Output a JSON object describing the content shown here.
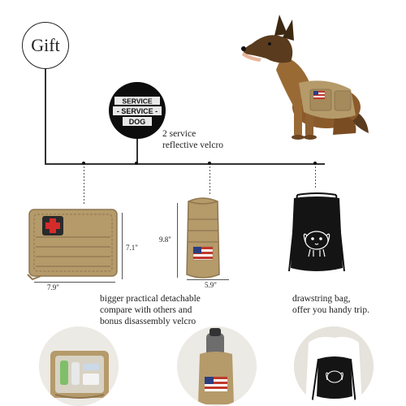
{
  "gift_label": "Gift",
  "patch": {
    "lines": [
      "SERVICE",
      "- SERVICE -",
      "DOG"
    ]
  },
  "captions": {
    "velcro": [
      "2 service",
      "reflective velcro"
    ],
    "pouches": [
      "bigger practical detachable",
      "compare with others and",
      "bonus disassembly velcro"
    ],
    "drawstring": [
      "drawstring bag,",
      "offer you handy trip."
    ]
  },
  "dimensions": {
    "pouch_width": "7.9\"",
    "pouch_height": "7.1\"",
    "bottle_height": "9.8\"",
    "bottle_width": "5.9\""
  },
  "colors": {
    "tan": "#b59a6a",
    "tan_dark": "#8f7650",
    "black": "#111111",
    "flag_red": "#c0392b"
  }
}
